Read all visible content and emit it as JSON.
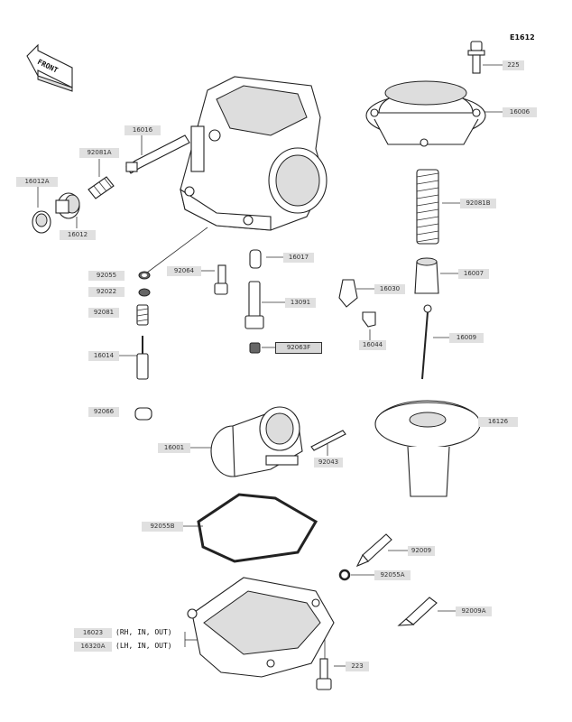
{
  "diagram_code": "E1612",
  "front_label": "FRONT",
  "labels": {
    "p225": "225",
    "p16006": "16006",
    "p16016": "16016",
    "p92081A": "92081A",
    "p16012A": "16012A",
    "p16012": "16012",
    "p92081B": "92081B",
    "p16017": "16017",
    "p92055": "92055",
    "p92064": "92064",
    "p16007": "16007",
    "p92022": "92022",
    "p16030": "16030",
    "p13091": "13091",
    "p92081": "92081",
    "p16044": "16044",
    "p16009": "16009",
    "p92063F": "92063F",
    "p16014": "16014",
    "p92066": "92066",
    "p16126": "16126",
    "p16001": "16001",
    "p92043": "92043",
    "p92055B": "92055B",
    "p92009": "92009",
    "p92055A": "92055A",
    "p92009A": "92009A",
    "p16023": "16023",
    "p16320A": "16320A",
    "p223": "223"
  },
  "notes": {
    "rh": "(RH, IN, OUT)",
    "lh": "(LH, IN, OUT)"
  }
}
